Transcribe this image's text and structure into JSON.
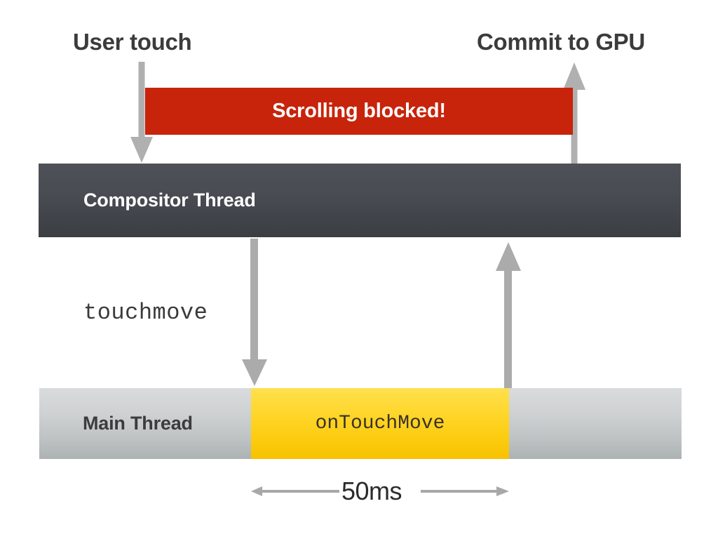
{
  "diagram": {
    "title_not_shown": "",
    "colors": {
      "blocked_red": "#c8230b",
      "compositor_dark": "#474b50",
      "main_thread_gray": "#c6caca",
      "ontouchmove_yellow": "#fdd11a",
      "arrow_gray": "#a8a8a8",
      "text_dark": "#3b3b3b",
      "text_white": "#ffffff",
      "background": "#ffffff"
    },
    "labels": {
      "user_touch": "User touch",
      "commit_to_gpu": "Commit to GPU",
      "touchmove": "touchmove",
      "duration": "50ms"
    },
    "bars": {
      "blocked": {
        "text": "Scrolling blocked!"
      },
      "compositor": {
        "text": "Compositor Thread"
      },
      "main_thread": {
        "text": "Main Thread"
      },
      "ontouchmove": {
        "text": "onTouchMove"
      }
    },
    "arrows": {
      "user_touch_down": "arrow-down",
      "commit_up": "arrow-up",
      "touchmove_down": "arrow-down",
      "return_up": "arrow-up",
      "duration_double": "arrow-double-horizontal"
    }
  }
}
